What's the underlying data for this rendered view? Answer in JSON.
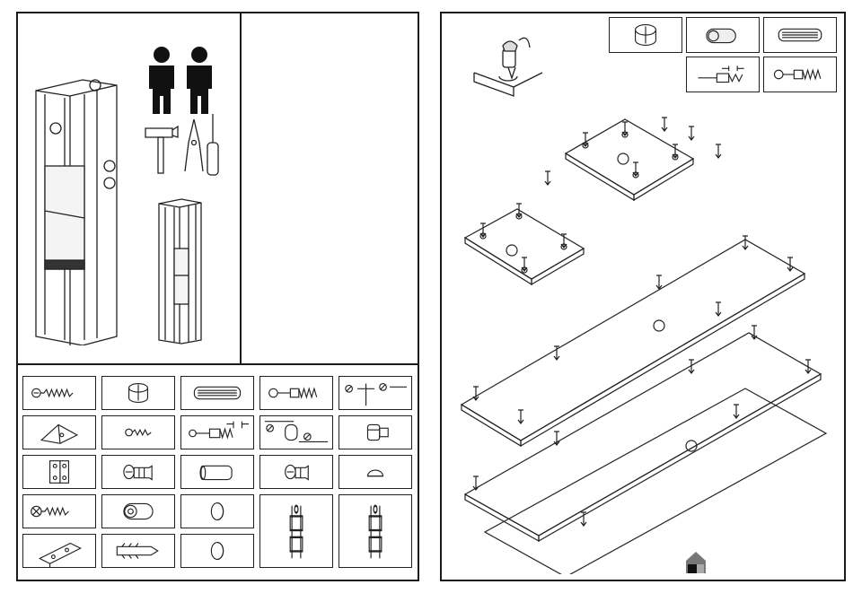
{
  "document": {
    "kind": "furniture assembly instructions",
    "pages": [
      {
        "id": "left",
        "tools": [
          "two-people-icon",
          "hammer-icon",
          "pliers-icon",
          "screwdriver-icon"
        ],
        "hardware_grid": {
          "rows": 5,
          "cols": 5,
          "items": [
            [
              "wood-screw-icon",
              "cam-lock-icon",
              "dowel-icon",
              "cam-bolt-icon",
              "drill-diameter-icon"
            ],
            [
              "corner-block-icon",
              "small-screw-icon",
              "cam-bolt-dimension-icon",
              "pin-diameter-icon",
              "shelf-pin-icon"
            ],
            [
              "hinge-plate-icon",
              "euro-screw-icon",
              "plastic-dowel-icon",
              "short-euro-screw-icon",
              "cap-icon"
            ],
            [
              "flat-screw-icon",
              "cam-barrel-icon",
              "disc-cap-icon",
              "hanger-bracket-icon",
              "hanger-bracket-icon"
            ],
            [
              "rail-bracket-icon",
              "wall-plug-icon",
              "disc-cap-icon",
              "hanger-bracket-icon",
              "hanger-bracket-icon"
            ]
          ]
        }
      },
      {
        "id": "right",
        "parts_key": [
          "cam-lock-icon",
          "cam-barrel-icon",
          "dowel-icon",
          "cam-bolt-dimension-icon",
          "cam-bolt-icon"
        ],
        "step_panels": [
          "small-square-panel",
          "small-square-panel",
          "long-side-panel",
          "long-side-panel",
          "long-side-panel"
        ]
      }
    ],
    "brand_logo": "house-logo-icon"
  }
}
